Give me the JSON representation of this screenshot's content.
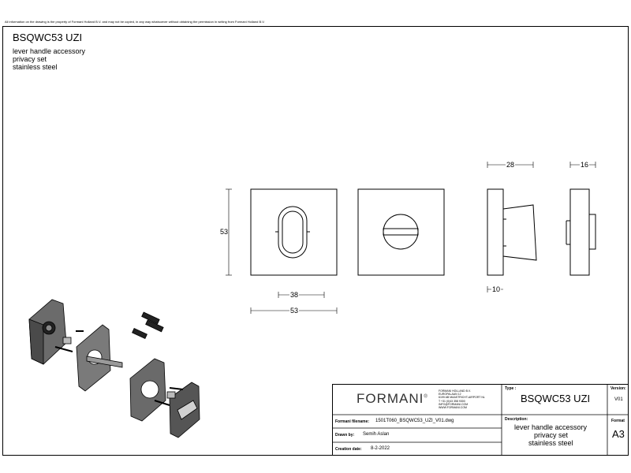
{
  "disclaimer": "All information on the drawing is the property of Formani Holland B.V. and may not be copied, in any way whatsoever without obtaining the permission in writing from Formani Holland B.V.",
  "product": {
    "code": "BSQWC53 UZI",
    "description_lines": [
      "lever handle accessory",
      "privacy set",
      "stainless steel"
    ]
  },
  "dimensions": {
    "height": "53",
    "inner_width": "38",
    "outer_width": "53",
    "side_depth": "28",
    "plate_thickness": "10",
    "rear_depth": "16"
  },
  "title_block": {
    "logo": "FORMANI",
    "logo_mark": "®",
    "address_lines": [
      "FORMANI HOLLAND B.V.",
      "EUROPALAAN 12",
      "6199 AB MAASTRICHT-AIRPORT NL",
      "T +31 (0)43 358 9300",
      "INFO@FORMANI.COM",
      "WWW.FORMANI.COM"
    ],
    "type_label": "Type :",
    "type_value": "BSQWC53 UZI",
    "version_label": "Version:",
    "version_value": "V01",
    "filename_label": "Formani filename:",
    "filename_value": "1501T060_BSQWC53_UZI_V01.dwg",
    "description_label": "Description:",
    "description_lines": [
      "lever handle accessory",
      "privacy set",
      "stainless steel"
    ],
    "format_label": "Format",
    "format_value": "A3",
    "drawn_by_label": "Drawn by:",
    "drawn_by_value": "Semih Aslan",
    "creation_date_label": "Creation date:",
    "creation_date_value": "8-2-2022"
  }
}
